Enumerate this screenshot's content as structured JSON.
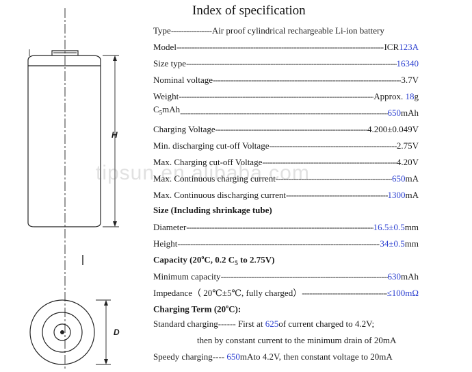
{
  "title": "Index of specification",
  "rows": {
    "type": {
      "label": "Type",
      "value": "Air proof cylindrical rechargeable Li-ion battery"
    },
    "model": {
      "label": "Model",
      "prefix": "ICR",
      "value": "123A"
    },
    "size": {
      "label": "Size type",
      "value": "16340"
    },
    "nominal": {
      "label": "Nominal voltage",
      "value": "3.7V"
    },
    "weight": {
      "label": "Weight",
      "prefix": "Approx.",
      "value": "18",
      "suffix": "g"
    },
    "capacity": {
      "label_c": "C",
      "label_sub": "5",
      "label_rest": "mAh",
      "value": "650",
      "suffix": "mAh"
    },
    "charging_v": {
      "label": "Charging Voltage",
      "value": "4.200±0.049V"
    },
    "min_cutoff": {
      "label": "Min. discharging cut-off Voltage",
      "value": "2.75V"
    },
    "max_cutoff": {
      "label": "Max. Charging cut-off Voltage",
      "value": "4.20V"
    },
    "max_cont_chg": {
      "label": "Max. Continuous charging current",
      "value": "650",
      "suffix": "mA"
    },
    "max_cont_dis": {
      "label": "Max. Continuous discharging current",
      "value": "1300",
      "suffix": "mA"
    },
    "diameter": {
      "label": "Diameter",
      "value": "16.5±0.5",
      "suffix": "mm"
    },
    "height": {
      "label": "Height",
      "value": "34±0.5",
      "suffix": "mm"
    },
    "min_capacity": {
      "label": "Minimum capacity",
      "value": "630",
      "suffix": "mAh"
    },
    "impedance": {
      "label": "Impedance（ 20℃±5℃, fully charged）",
      "value": "≤100",
      "suffix": "mΩ"
    }
  },
  "headings": {
    "size": "Size (Including shrinkage tube)",
    "capacity_a": "Capacity (20",
    "capacity_b": "C, 0.2 C",
    "capacity_sub": "5",
    "capacity_c": " to 2.75V)",
    "charging_term_a": "Charging Term (20",
    "charging_term_b": "C):"
  },
  "degree": "o",
  "charging": {
    "standard_label": "Standard charging",
    "standard_dashes": "------",
    "standard_a": " First at ",
    "standard_value": "625",
    "standard_b": "of current charged to 4.2V;",
    "standard_line2": "then by constant current to the minimum drain of 20mA",
    "speedy_label": "Speedy charging",
    "speedy_dashes": "----",
    "speedy_value": "650",
    "speedy_b": "mAto 4.2V, then constant voltage to 20mA"
  },
  "drawing": {
    "height_label": "H",
    "diameter_label": "D"
  },
  "watermark": "tipsun.en.alibaba.com"
}
